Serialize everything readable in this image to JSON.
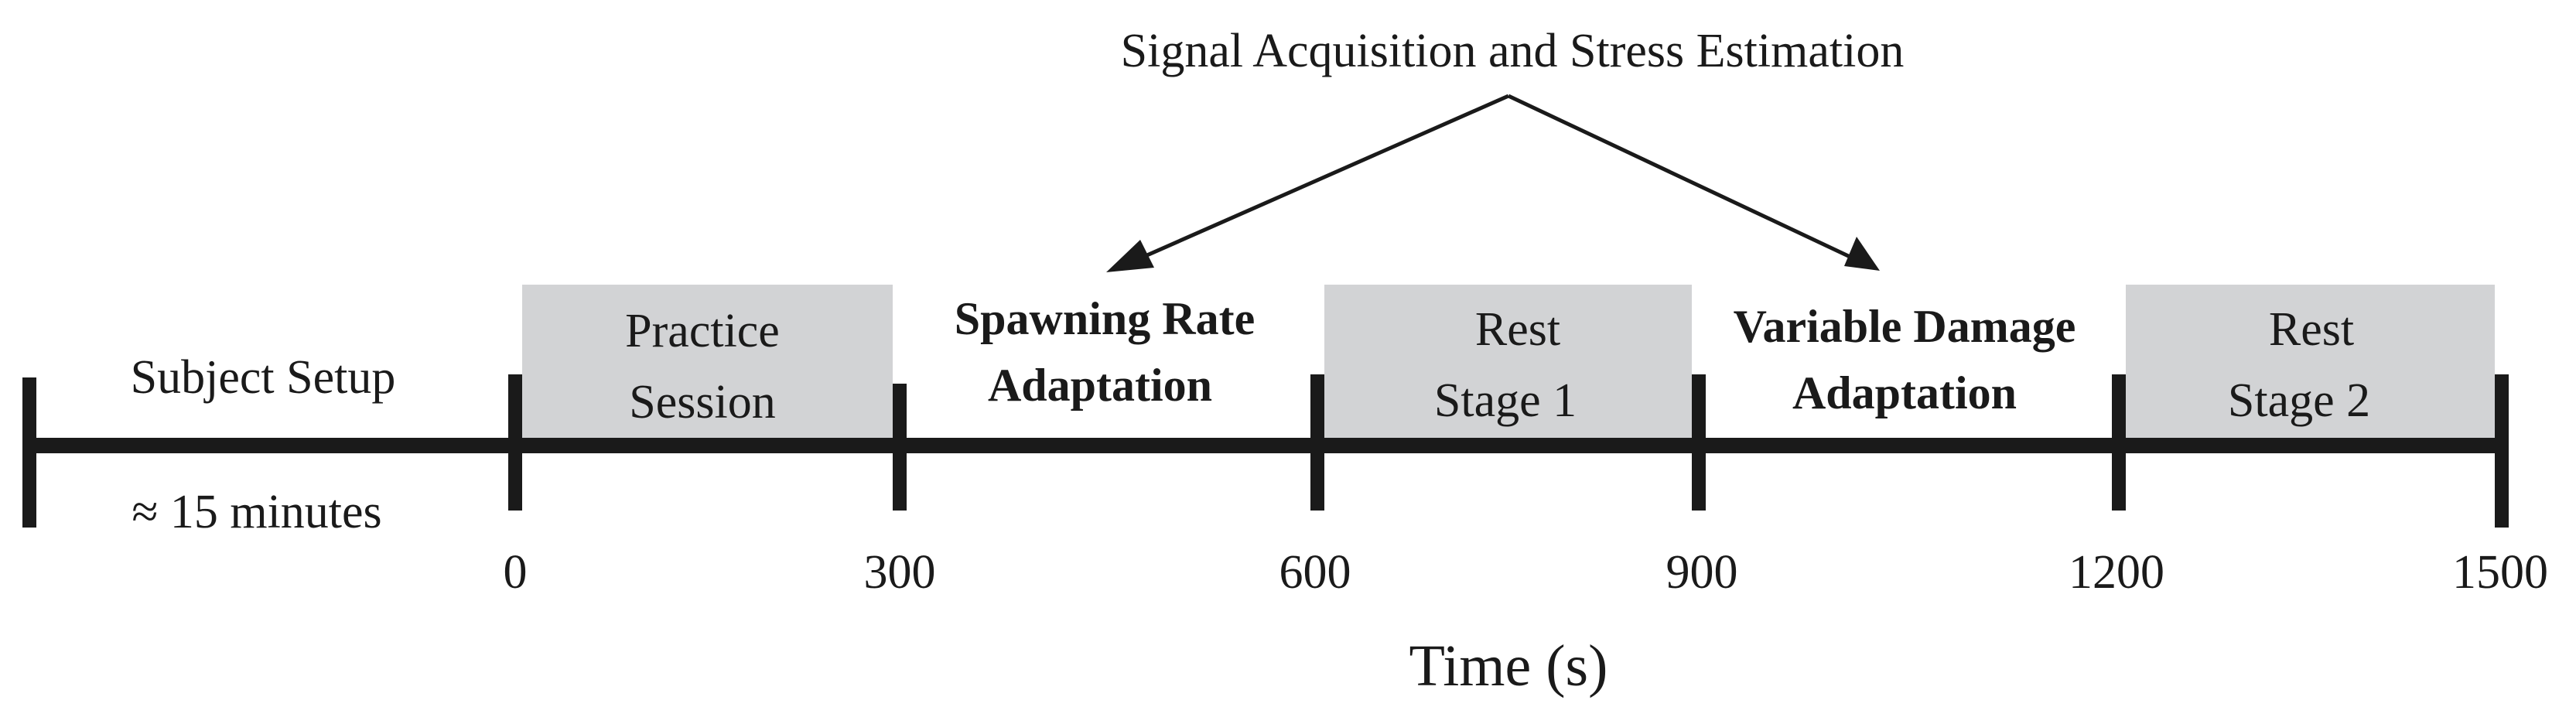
{
  "header": {
    "title": "Signal Acquisition and Stress Estimation"
  },
  "setup": {
    "label": "Subject Setup",
    "duration": "≈ 15 minutes"
  },
  "stages": [
    {
      "line1": "Practice",
      "line2": "Session",
      "shaded": true,
      "bold": false
    },
    {
      "line1": "Spawning Rate",
      "line2": "Adaptation",
      "shaded": false,
      "bold": true
    },
    {
      "line1": "Rest",
      "line2": "Stage 1",
      "shaded": true,
      "bold": false
    },
    {
      "line1": "Variable Damage",
      "line2": "Adaptation",
      "shaded": false,
      "bold": true
    },
    {
      "line1": "Rest",
      "line2": "Stage 2",
      "shaded": true,
      "bold": false
    }
  ],
  "ticks": [
    "0",
    "300",
    "600",
    "900",
    "1200",
    "1500"
  ],
  "axis": {
    "label": "Time (s)"
  },
  "colors": {
    "ink": "#1a1a1a",
    "shade": "#d2d3d5",
    "background": "#ffffff"
  }
}
